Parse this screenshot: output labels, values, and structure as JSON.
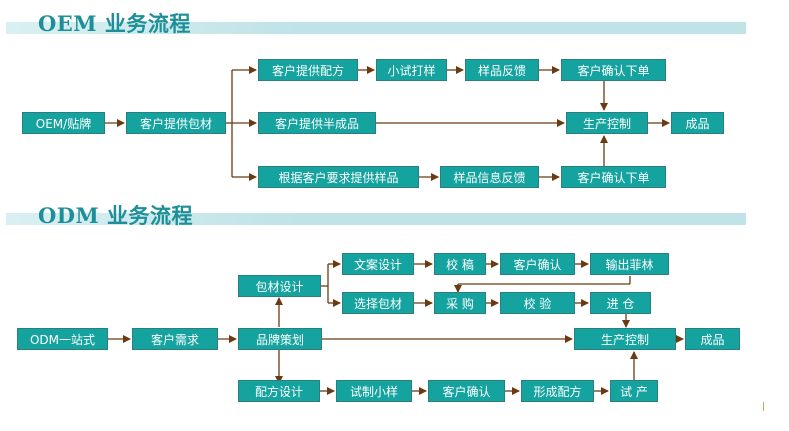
{
  "sections": {
    "oem_title": "OEM 业务流程",
    "odm_title": "ODM 业务流程"
  },
  "oem": {
    "start": "OEM/贴牌",
    "provide_packaging": "客户提供包材",
    "provide_formula": "客户提供配方",
    "small_trial": "小试打样",
    "sample_feedback": "样品反馈",
    "confirm_order_top": "客户确认下单",
    "provide_semi": "客户提供半成品",
    "production": "生产控制",
    "finished": "成品",
    "by_requirement": "根据客户要求提供样品",
    "sample_info_feedback": "样品信息反馈",
    "confirm_order_bottom": "客户确认下单"
  },
  "odm": {
    "start": "ODM一站式",
    "customer_need": "客户需求",
    "brand_plan": "品牌策划",
    "package_design": "包材设计",
    "copy_design": "文案设计",
    "proof": "校 稿",
    "customer_confirm_1": "客户确认",
    "output_film": "输出菲林",
    "choose_package": "选择包材",
    "purchase": "采 购",
    "inspect": "校 验",
    "warehouse": "进 仓",
    "production": "生产控制",
    "finished": "成品",
    "formula_design": "配方设计",
    "trial_sample": "试制小样",
    "customer_confirm_2": "客户确认",
    "form_formula": "形成配方",
    "trial_production": "试 产"
  },
  "colors": {
    "node_fill": "#15a3a0",
    "node_text": "#ffffff",
    "arrow": "#6b3a12",
    "title": "#1d8f98",
    "band": "#bfe3e7"
  }
}
